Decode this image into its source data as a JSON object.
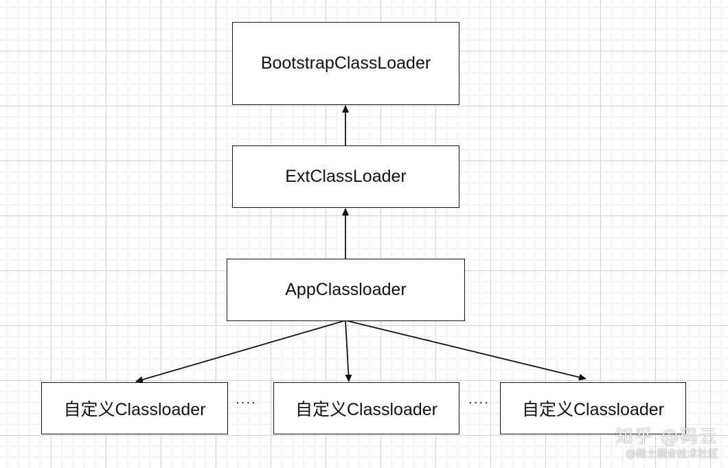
{
  "diagram": {
    "nodes": {
      "bootstrap": "BootstrapClassLoader",
      "ext": "ExtClassLoader",
      "app": "AppClassloader",
      "custom_1": "自定义Classloader",
      "custom_2": "自定义Classloader",
      "custom_3": "自定义Classloader"
    },
    "ellipsis_1": "····",
    "ellipsis_2": "····",
    "edges": [
      {
        "from": "ext",
        "to": "bootstrap"
      },
      {
        "from": "app",
        "to": "ext"
      },
      {
        "from": "app",
        "to": "custom_1"
      },
      {
        "from": "app",
        "to": "custom_2"
      },
      {
        "from": "app",
        "to": "custom_3"
      }
    ]
  },
  "watermark": {
    "line1": "知乎 @码云",
    "line2": "@稀土掘金技术社区"
  },
  "colors": {
    "stroke": "#111111",
    "background": "#ffffff",
    "grid": "#d4d4d4"
  }
}
